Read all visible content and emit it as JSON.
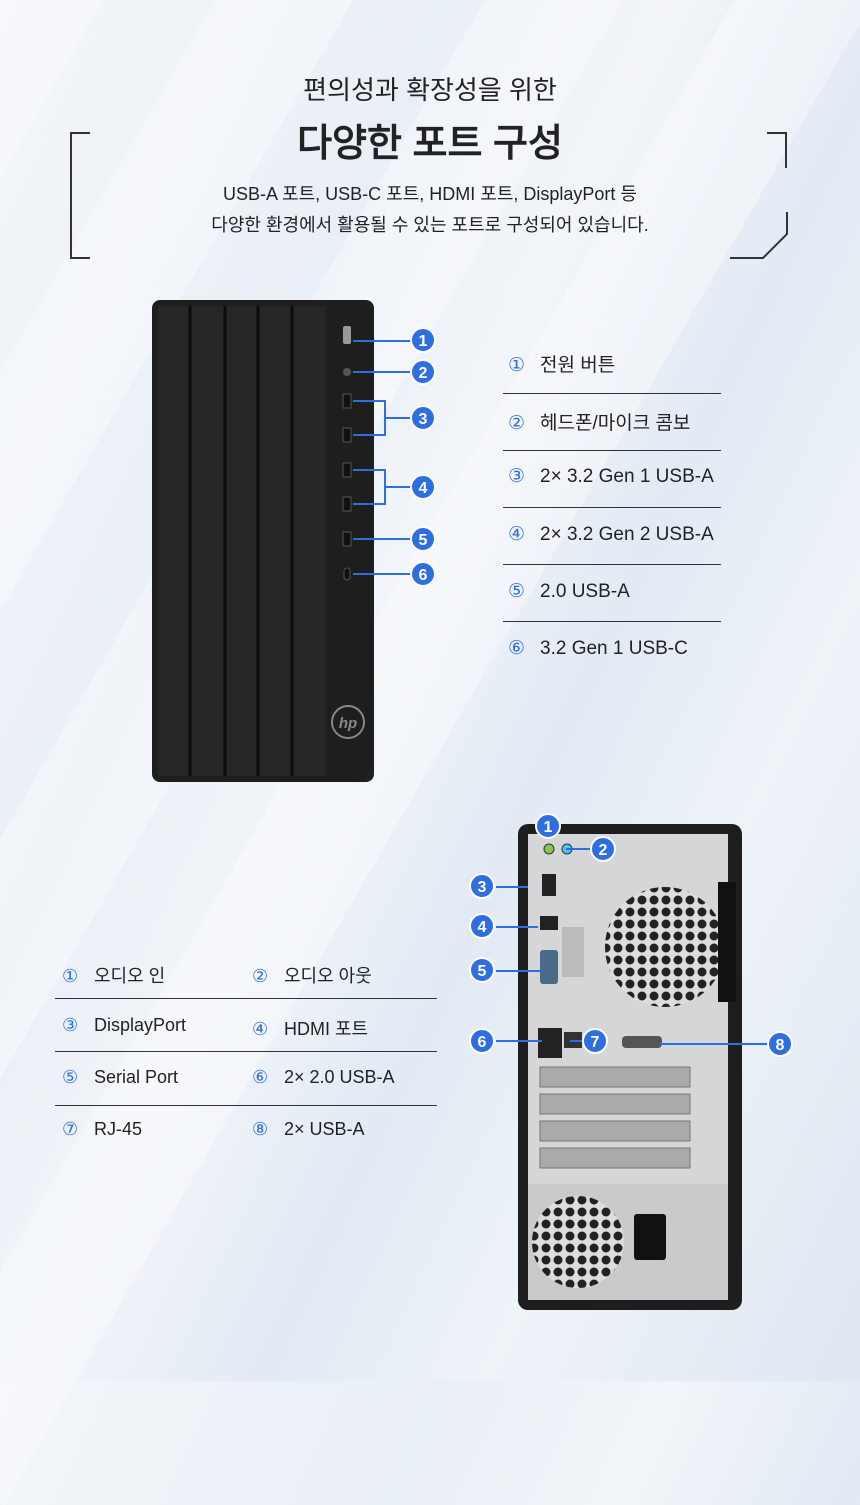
{
  "header": {
    "subtitle": "편의성과 확장성을 위한",
    "title": "다양한 포트 구성",
    "desc_line1": "USB-A 포트, USB-C 포트, HDMI 포트, DisplayPort 등",
    "desc_line2": "다양한 환경에서 활용될 수 있는 포트로 구성되어 있습니다."
  },
  "front": {
    "markers": [
      "1",
      "2",
      "3",
      "4",
      "5",
      "6"
    ],
    "items": [
      {
        "num": "①",
        "label": "전원 버튼"
      },
      {
        "num": "②",
        "label": "헤드폰/마이크 콤보"
      },
      {
        "num": "③",
        "label": "2× 3.2 Gen 1 USB-A"
      },
      {
        "num": "④",
        "label": "2× 3.2 Gen 2 USB-A"
      },
      {
        "num": "⑤",
        "label": "2.0 USB-A"
      },
      {
        "num": "⑥",
        "label": "3.2 Gen 1 USB-C"
      }
    ],
    "logo": "hp"
  },
  "rear": {
    "markers": [
      "1",
      "2",
      "3",
      "4",
      "5",
      "6",
      "7",
      "8"
    ],
    "items": [
      {
        "num": "①",
        "label": "오디오 인"
      },
      {
        "num": "②",
        "label": "오디오 아웃"
      },
      {
        "num": "③",
        "label": "DisplayPort"
      },
      {
        "num": "④",
        "label": "HDMI 포트"
      },
      {
        "num": "⑤",
        "label": "Serial Port"
      },
      {
        "num": "⑥",
        "label": "2× 2.0 USB-A"
      },
      {
        "num": "⑦",
        "label": "RJ-45"
      },
      {
        "num": "⑧",
        "label": "2× USB-A"
      }
    ]
  },
  "colors": {
    "accent": "#2f6ee0",
    "tower": "#1e1e1e"
  }
}
